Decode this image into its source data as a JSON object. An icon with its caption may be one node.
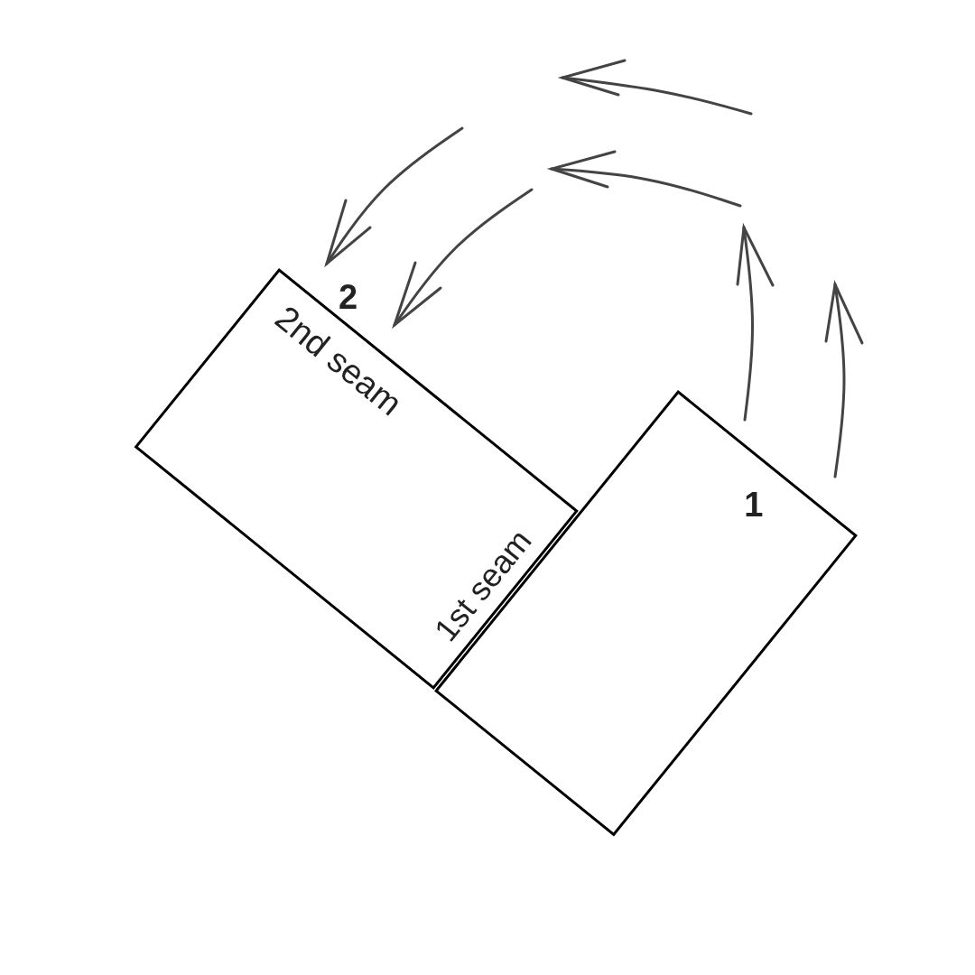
{
  "diagram": {
    "nodes": [
      {
        "text": [
          "2",
          "2nd seam",
          "1st seam"
        ]
      },
      {
        "text": [
          "1"
        ]
      }
    ]
  }
}
